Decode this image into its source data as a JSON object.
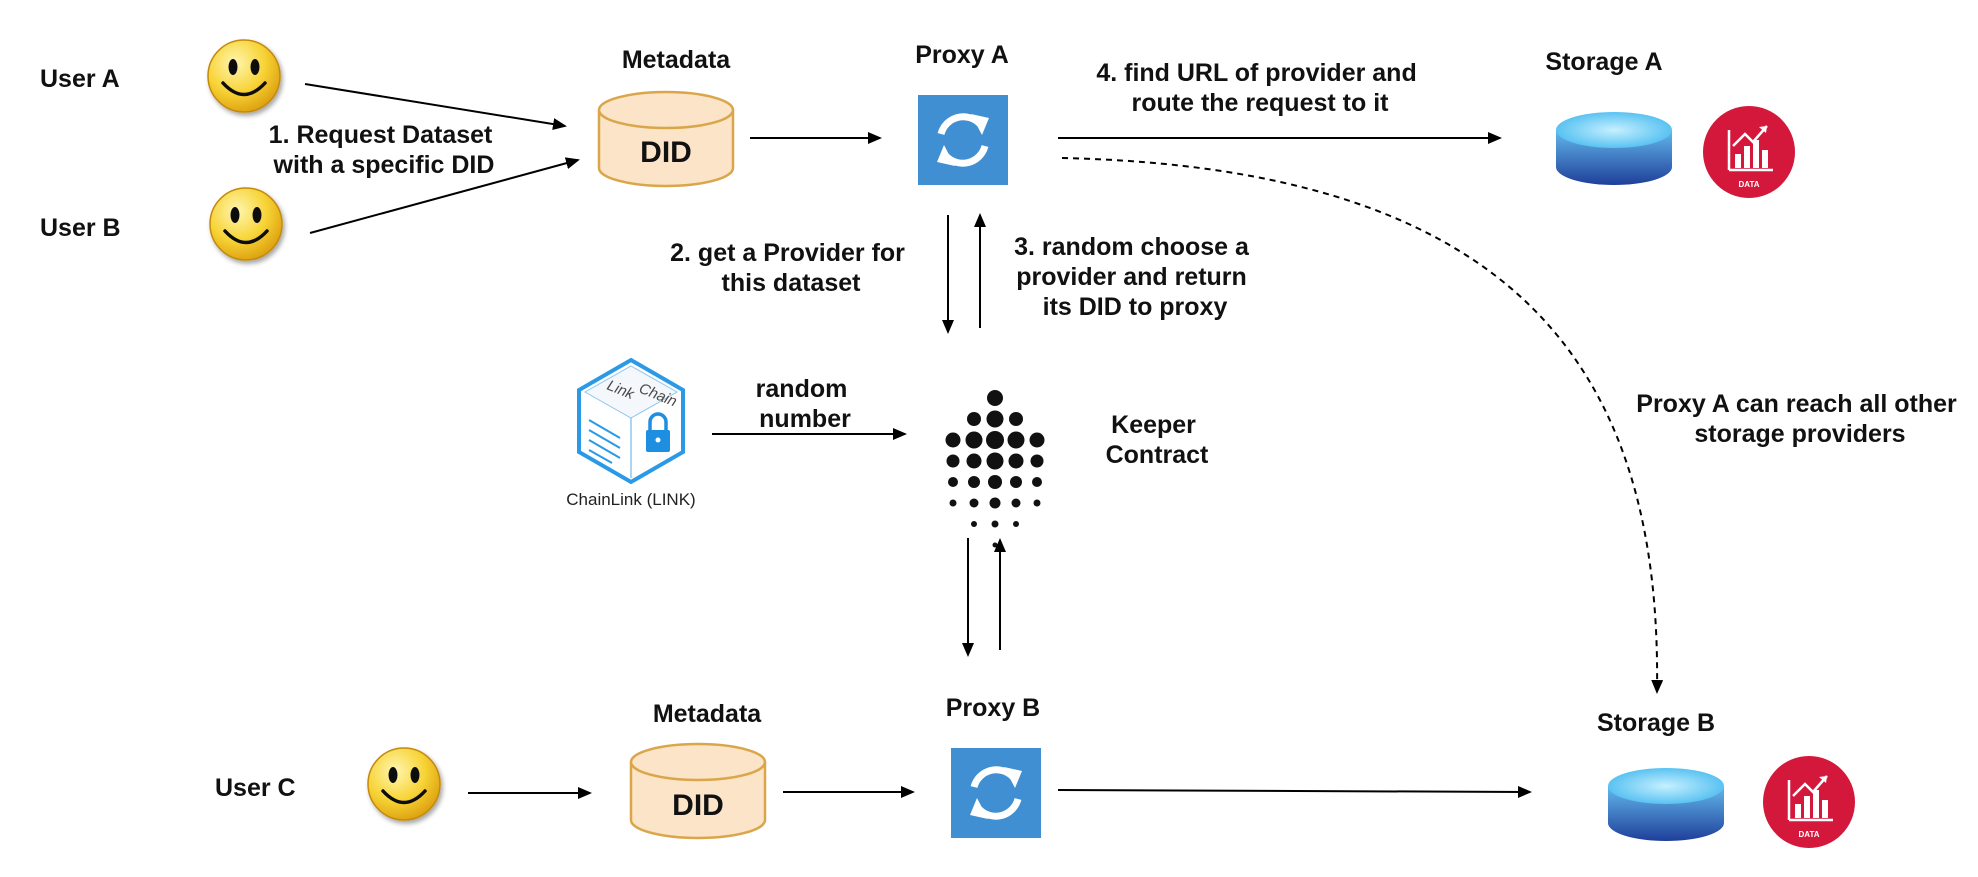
{
  "users": {
    "a": "User A",
    "b": "User B",
    "c": "User C"
  },
  "metadata": {
    "top_label": "Metadata",
    "bottom_label": "Metadata",
    "did": "DID"
  },
  "proxies": {
    "a": "Proxy A",
    "b": "Proxy B"
  },
  "storage": {
    "a": "Storage A",
    "b": "Storage B",
    "badge_text": "DATA"
  },
  "keeper": {
    "line1": "Keeper",
    "line2": "Contract"
  },
  "chainlink": {
    "caption": "ChainLink (LINK)",
    "cube_word1": "Chain",
    "cube_word2": "Link"
  },
  "steps": {
    "s1": [
      "1. Request Dataset",
      "with a specific DID"
    ],
    "s2": [
      "2. get a Provider for",
      "this dataset"
    ],
    "s3": [
      "3. random choose a",
      "provider and return",
      "its DID to proxy"
    ],
    "s4": [
      "4. find URL of provider and",
      "route the request to it"
    ],
    "random": [
      "random",
      "number"
    ],
    "reach": [
      "Proxy A can reach all other",
      "storage providers"
    ]
  },
  "colors": {
    "metadata_fill": "#fce4c8",
    "metadata_stroke": "#d9a64a",
    "proxy_blue": "#3f8fd2",
    "storage_top": "#7fd3f7",
    "storage_bottom": "#1f3f9a",
    "data_badge": "#d3183c",
    "smiley": "#f2c21a"
  }
}
